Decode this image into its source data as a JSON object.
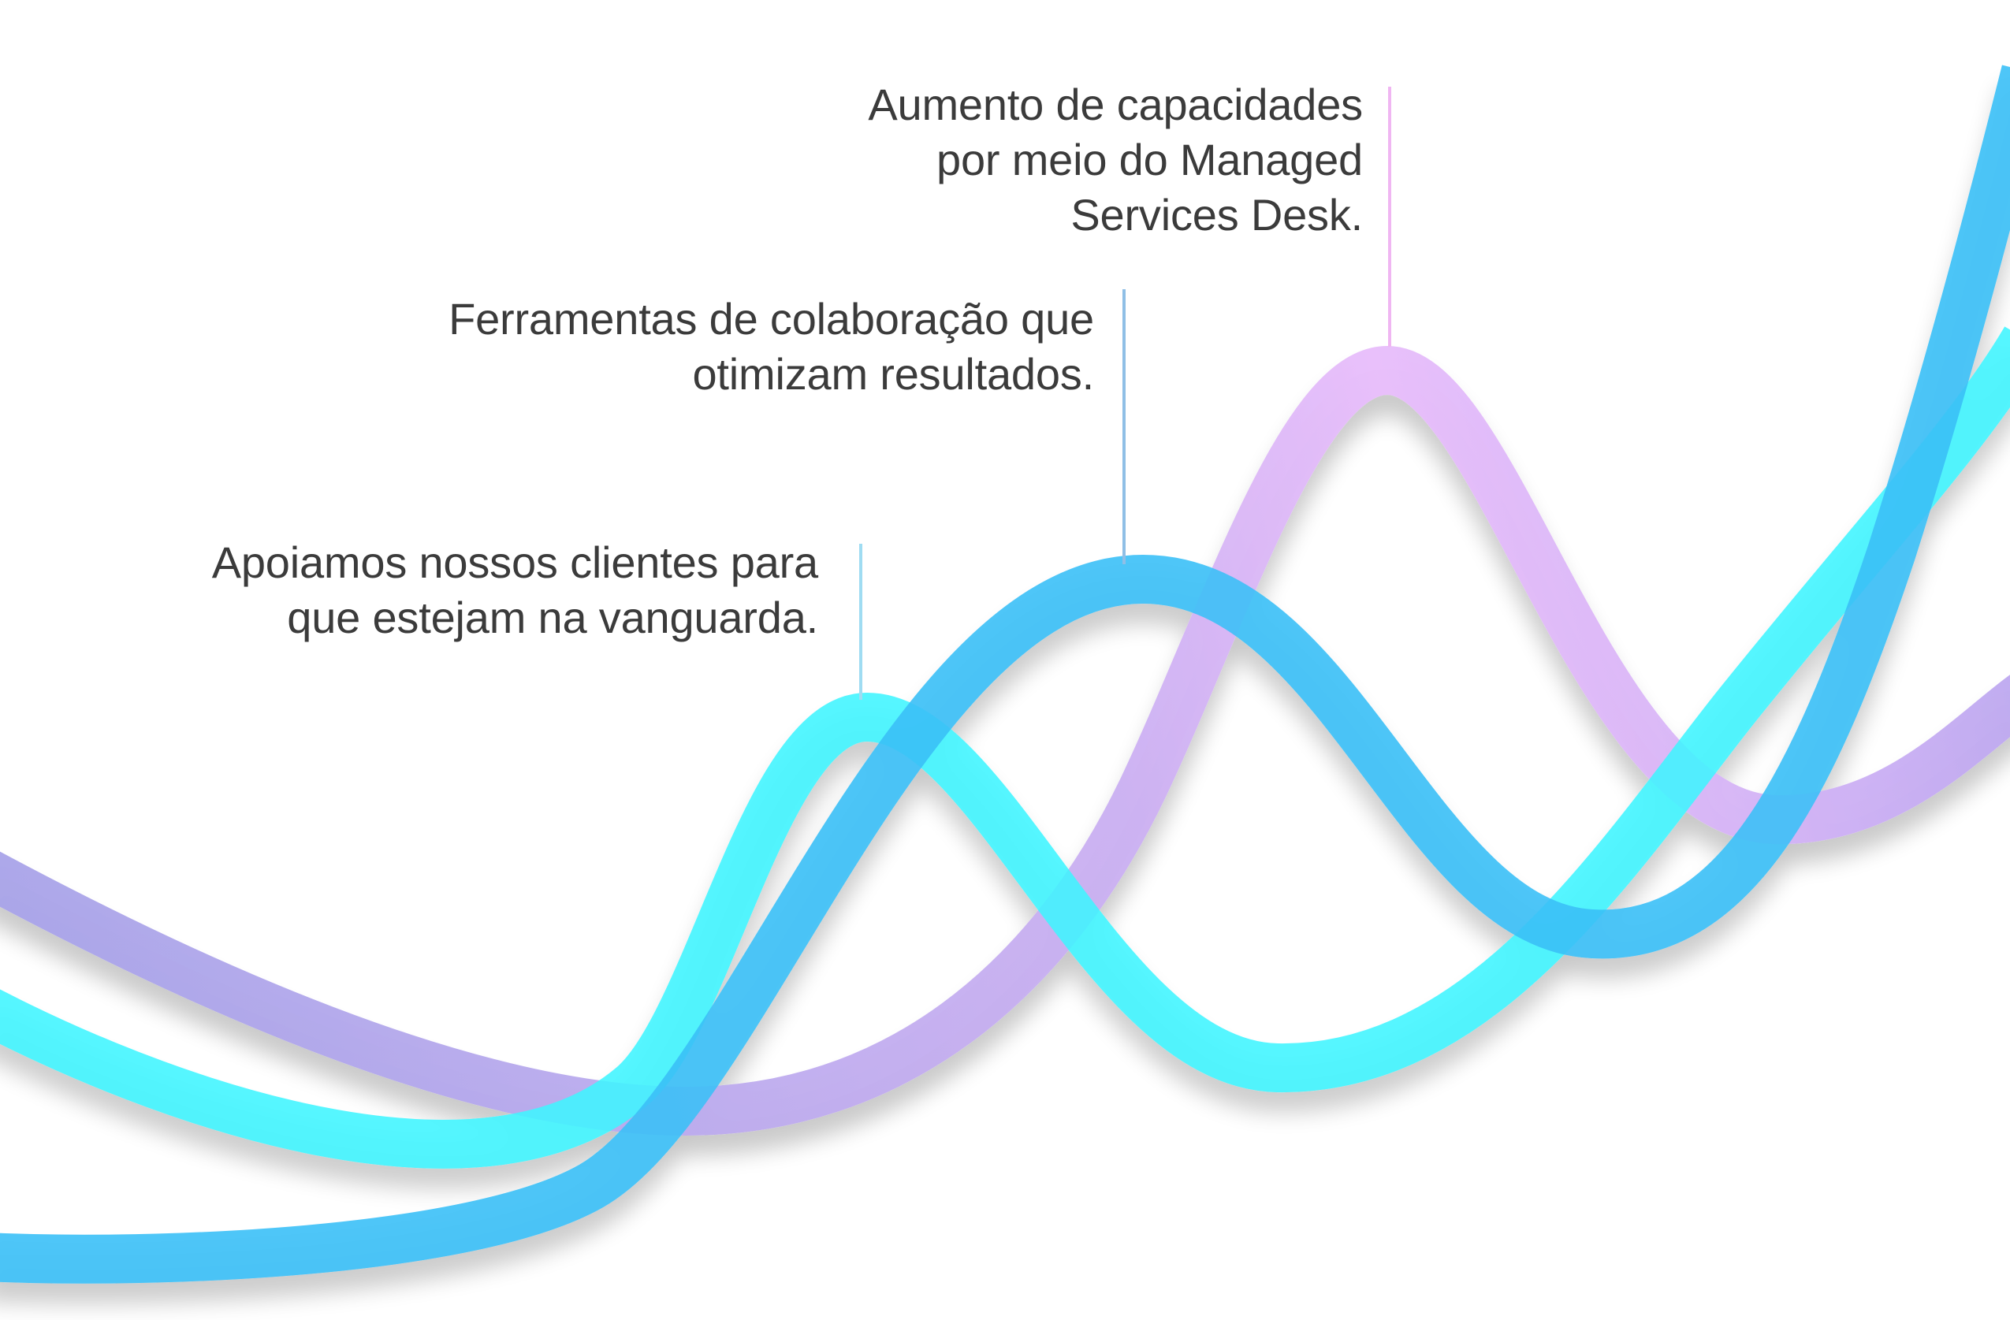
{
  "callouts": [
    {
      "lines": [
        "Apoiamos nossos clientes para",
        "que estejam na vanguarda."
      ],
      "color": "#9fdcf2"
    },
    {
      "lines": [
        "Ferramentas de colaboração que",
        "otimizam resultados."
      ],
      "color": "#8fbfe6"
    },
    {
      "lines": [
        "Aumento de capacidades",
        "por meio do Managed",
        "Services Desk."
      ],
      "color": "#f0b6f2"
    }
  ],
  "ribbons": [
    {
      "name": "purple-ribbon",
      "color_start": "#a7a3e8",
      "color_peak": "#f0c2ff"
    },
    {
      "name": "cyan-ribbon",
      "color": "#3ff5ff"
    },
    {
      "name": "blue-ribbon",
      "color": "#3cc0f7"
    }
  ],
  "text_color": "#3b3b3b"
}
